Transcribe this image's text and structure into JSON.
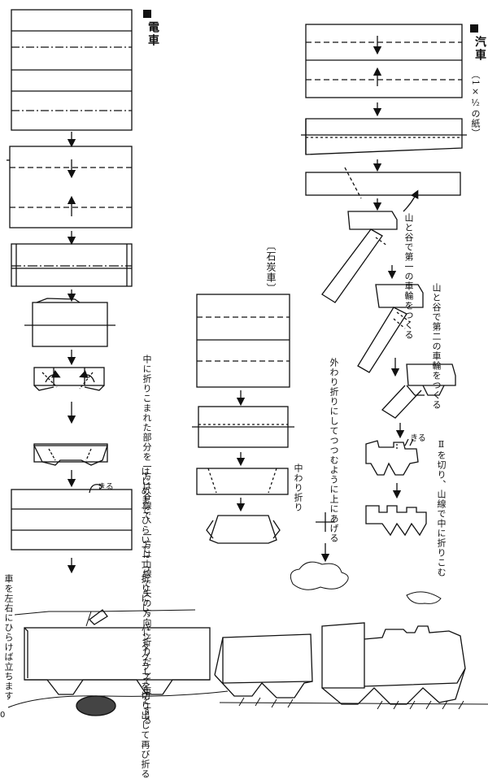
{
  "sections": {
    "densha_title": "電車",
    "kisha_title": "汽車",
    "kisha_paper": "（1×½の紙）",
    "sekitansha_title": "〔石炭車〕"
  },
  "notes": {
    "densha_fold": "中に折りこまれた部分を一方は谷線で、一方は山線で矢の方向に折りだして車とする",
    "densha_pantograph": "はじめまでひらいて二つ折りにし、パンタグラフを切り出して再び折る",
    "densha_stand": "車を左右にひらけば立ちます",
    "kisha_wheel1": "山と谷で第一の車輪をつくる",
    "kisha_wheel2": "山と谷で第二の車輪をつくる",
    "kisha_outside": "外わり折りにしてつつむように上にあげる",
    "kisha_cut": "Ⅱを切り、山線で中に折りこむ",
    "sekitansha_fold": "中わり折り"
  },
  "labels": {
    "kiru_1": "きる",
    "kiru_2": "きる",
    "page_number": "0"
  },
  "colors": {
    "ink": "#111111",
    "paper": "#ffffff"
  }
}
